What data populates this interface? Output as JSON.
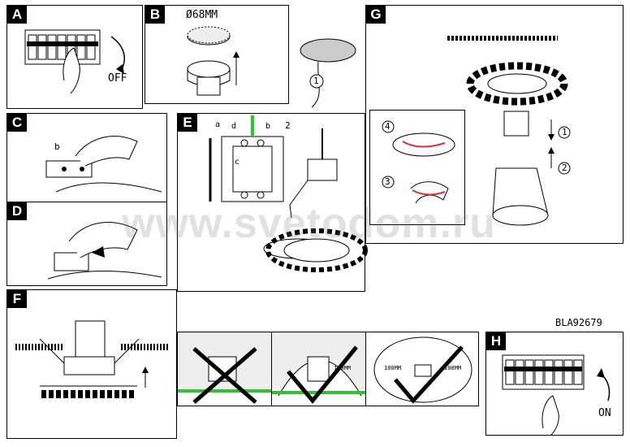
{
  "panels": {
    "a": {
      "label": "A",
      "text": "OFF"
    },
    "b": {
      "label": "B",
      "text": "Ø68MM"
    },
    "c": {
      "label": "C",
      "marker": "b"
    },
    "d": {
      "label": "D"
    },
    "e": {
      "label": "E",
      "marker_a": "a",
      "marker_d": "d",
      "marker_b": "b",
      "marker_c": "c",
      "step": "2"
    },
    "f": {
      "label": "F"
    },
    "g": {
      "label": "G",
      "step1": "1",
      "step2": "2",
      "step3": "3",
      "step4": "4"
    },
    "h": {
      "label": "H",
      "text": "ON"
    }
  },
  "model_code": "BLA92679",
  "clearance_label": "100MM",
  "watermark": "www.svetodom.ru",
  "colors": {
    "highlight": "#2fc42f",
    "accent": "#e03030"
  }
}
